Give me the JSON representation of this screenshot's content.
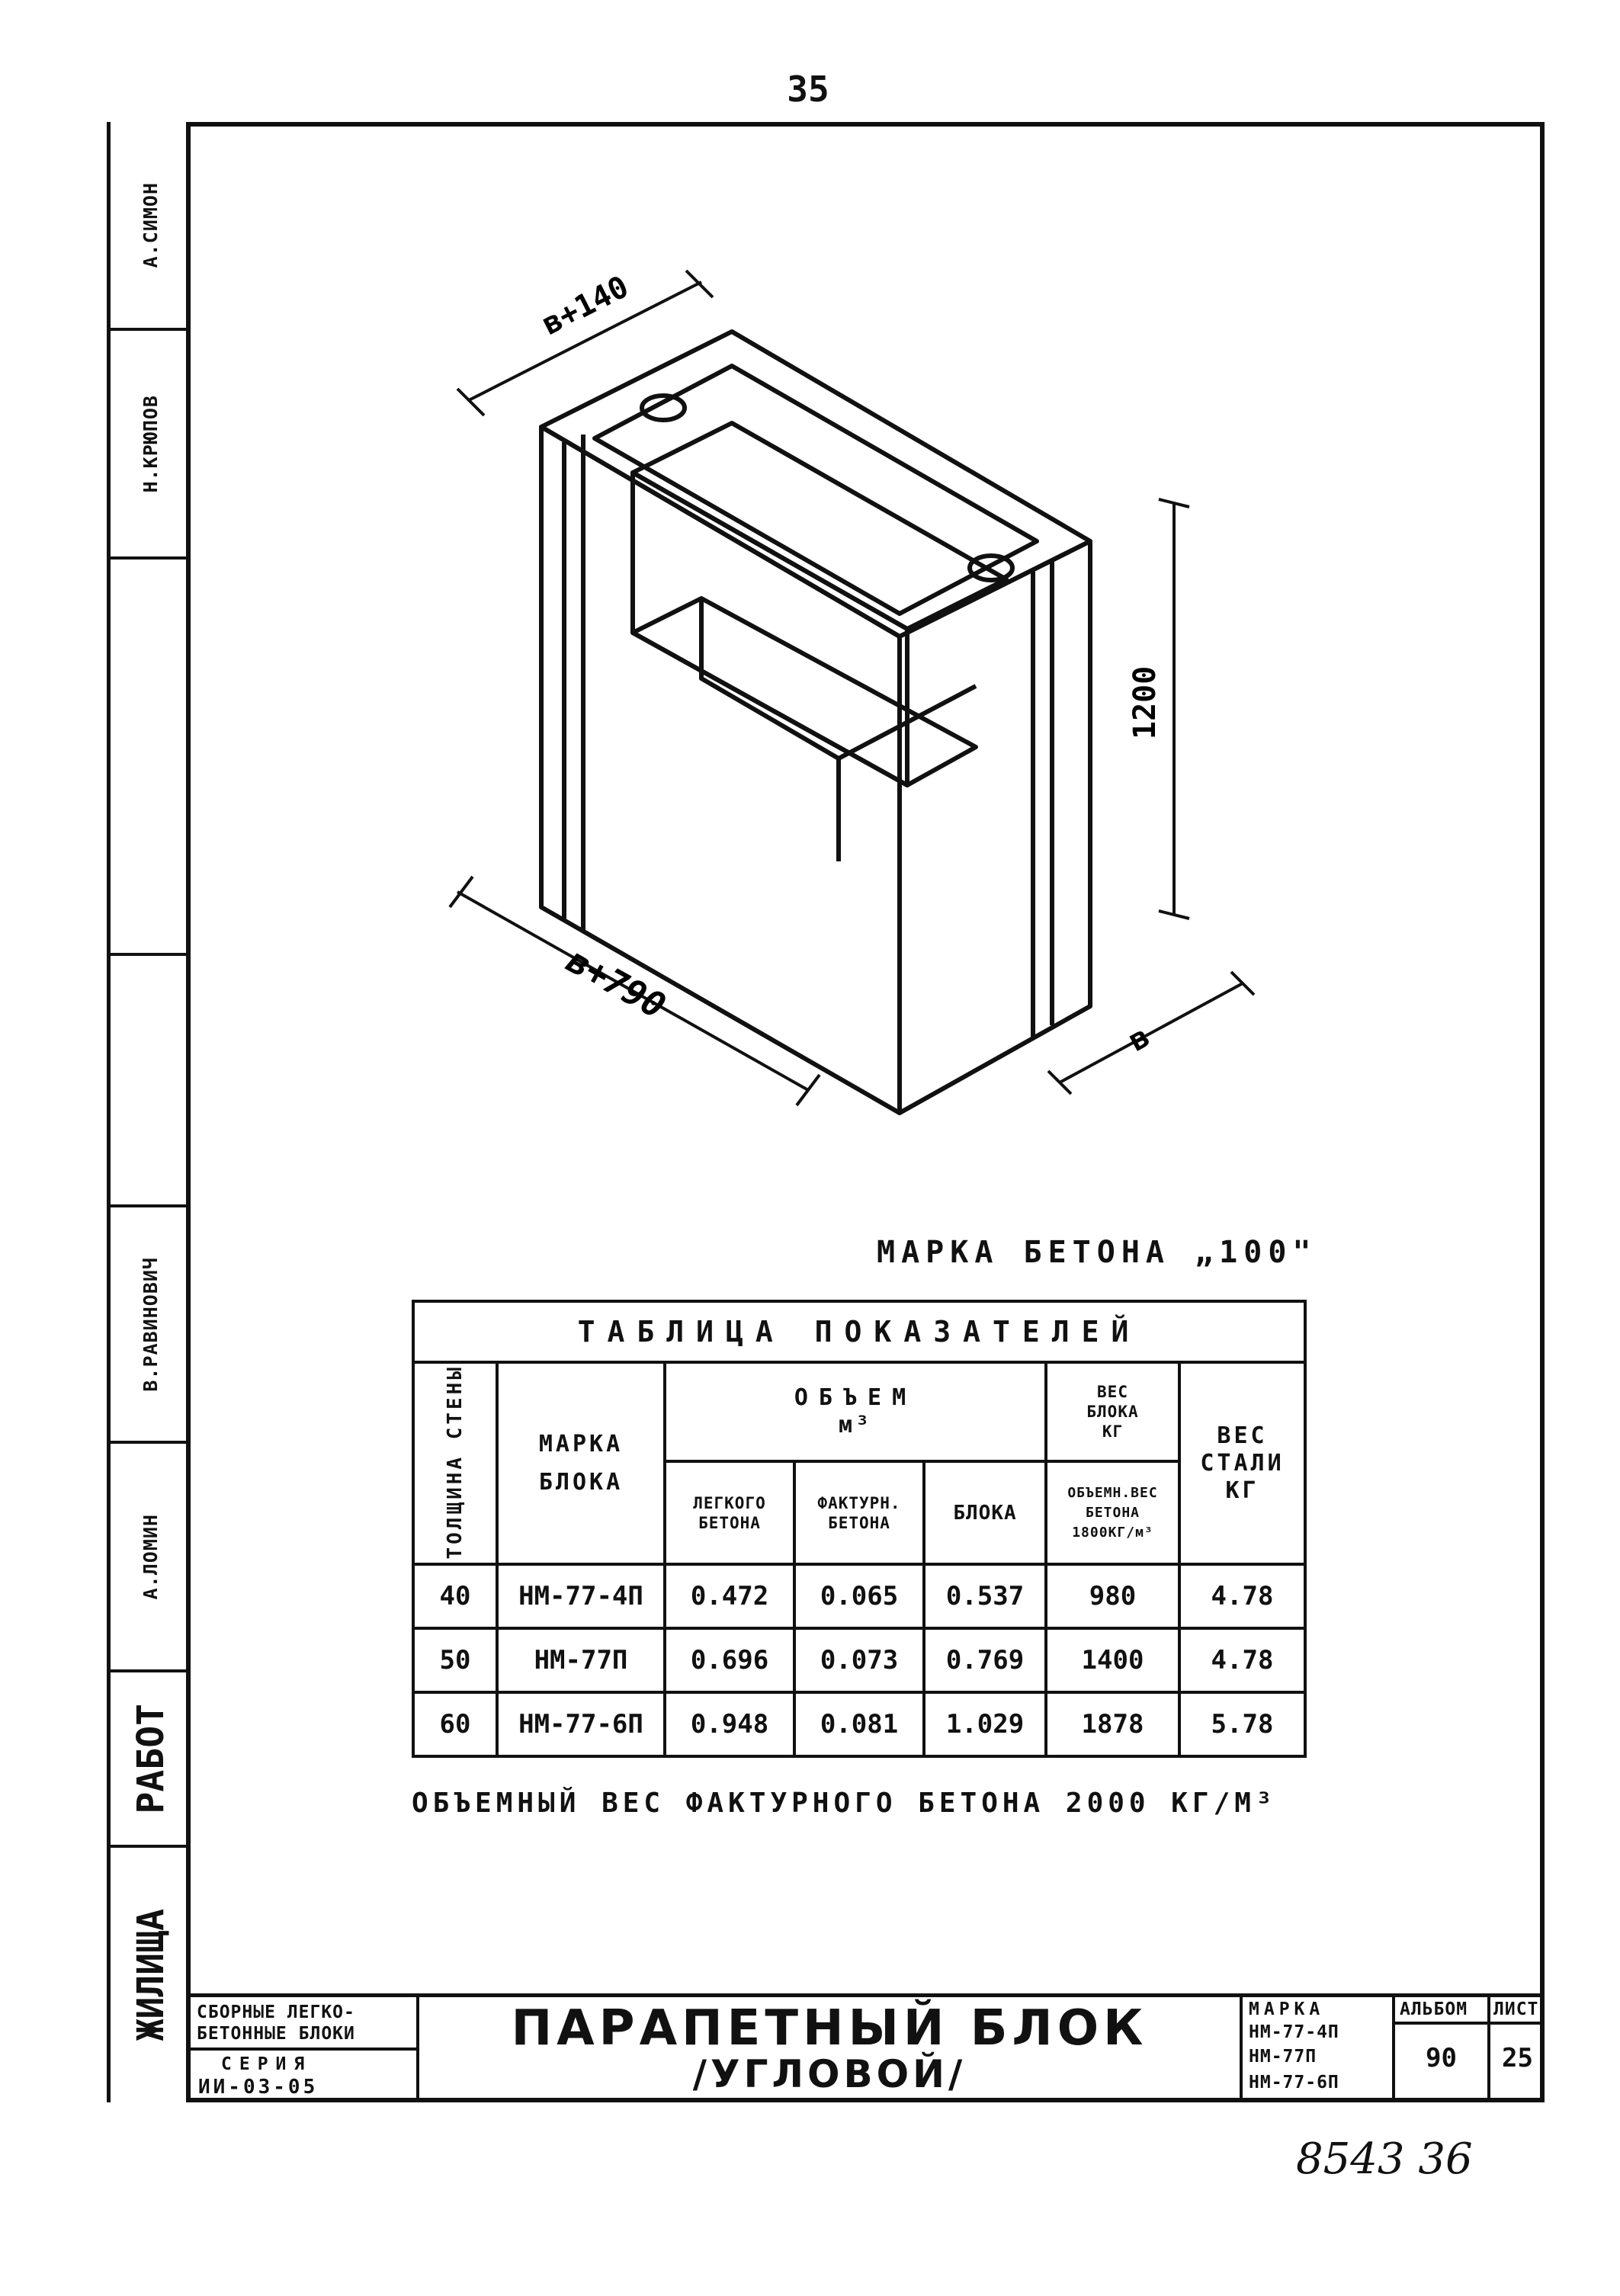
{
  "sheet_number": "35",
  "left_margin": {
    "signatures": [
      "А.СИМОН",
      "Н.КРЮПОВ",
      "В.РАВИНОВИЧ",
      "А.ЛОМИН"
    ],
    "stamp_lines": [
      "ЖИЛИЩА",
      "РАБОТ"
    ]
  },
  "drawing": {
    "dim_top": "в+140",
    "dim_height": "1200",
    "dim_base": "в+790",
    "dim_depth": "в"
  },
  "concrete_grade": "МАРКА БЕТОНА „100\"",
  "table": {
    "caption": "ТАБЛИЦА ПОКАЗАТЕЛЕЙ",
    "headers": {
      "thickness": "ТОЛЩИНА СТЕНЫ",
      "mark_line1": "МАРКА",
      "mark_line2": "БЛОКА",
      "volume_line1": "ОБЪЕМ",
      "volume_line2": "м³",
      "light_concrete_line1": "ЛЕГКОГО",
      "light_concrete_line2": "БЕТОНА",
      "facing_concrete_line1": "ФАКТУРН.",
      "facing_concrete_line2": "БЕТОНА",
      "block": "БЛОКА",
      "weight_line1": "ВЕС",
      "weight_line2": "БЛОКА",
      "weight_line3": "КГ",
      "weight_sub_line1": "ОБЪЕМН.ВЕС",
      "weight_sub_line2": "БЕТОНА",
      "weight_sub_line3": "1800КГ/м³",
      "steel_line1": "ВЕС",
      "steel_line2": "СТАЛИ",
      "steel_line3": "КГ"
    },
    "rows": [
      {
        "thickness": "40",
        "mark": "НМ-77-4П",
        "light": "0.472",
        "facing": "0.065",
        "block": "0.537",
        "weight": "980",
        "steel": "4.78"
      },
      {
        "thickness": "50",
        "mark": "НМ-77П",
        "light": "0.696",
        "facing": "0.073",
        "block": "0.769",
        "weight": "1400",
        "steel": "4.78"
      },
      {
        "thickness": "60",
        "mark": "НМ-77-6П",
        "light": "0.948",
        "facing": "0.081",
        "block": "1.029",
        "weight": "1878",
        "steel": "5.78"
      }
    ]
  },
  "note": "ОБЪЕМНЫЙ ВЕС ФАКТУРНОГО БЕТОНА 2000 КГ/М³",
  "title_block": {
    "left_line1": "СБОРНЫЕ ЛЕГКО-",
    "left_line2": "БЕТОННЫЕ БЛОКИ",
    "series_label": "СЕРИЯ",
    "series_value": "ИИ-03-05",
    "title_line1": "ПАРАПЕТНЫЙ БЛОК",
    "title_line2": "/УГЛОВОЙ/",
    "mark_header": "МАРКА",
    "marks": [
      "НМ-77-4П",
      "НМ-77П",
      "НМ-77-6П"
    ],
    "album_header": "АЛЬБОМ",
    "album_value": "90",
    "sheet_header": "ЛИСТ",
    "sheet_value": "25"
  },
  "handwritten_number": "8543 36"
}
